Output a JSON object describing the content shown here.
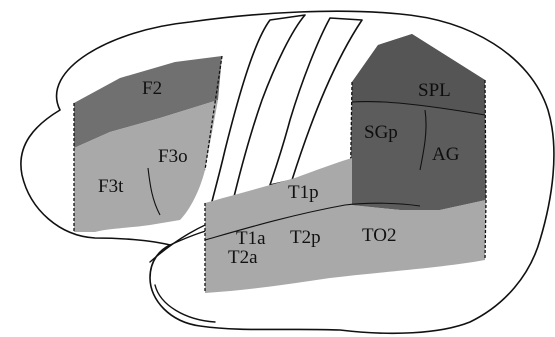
{
  "colors": {
    "background": "#ffffff",
    "brain_fill": "#ffffff",
    "outline": "#111111",
    "light_gray": "#a9a9a9",
    "medium_gray": "#707070",
    "dark_gray": "#555555",
    "darker_gray": "#5c5c5c"
  },
  "regions": {
    "F2": "F2",
    "F3o": "F3o",
    "F3t": "F3t",
    "T1a": "T1a",
    "T1p": "T1p",
    "T2a": "T2a",
    "T2p": "T2p",
    "TO2": "TO2",
    "SPL": "SPL",
    "SGp": "SGp",
    "AG": "AG"
  }
}
